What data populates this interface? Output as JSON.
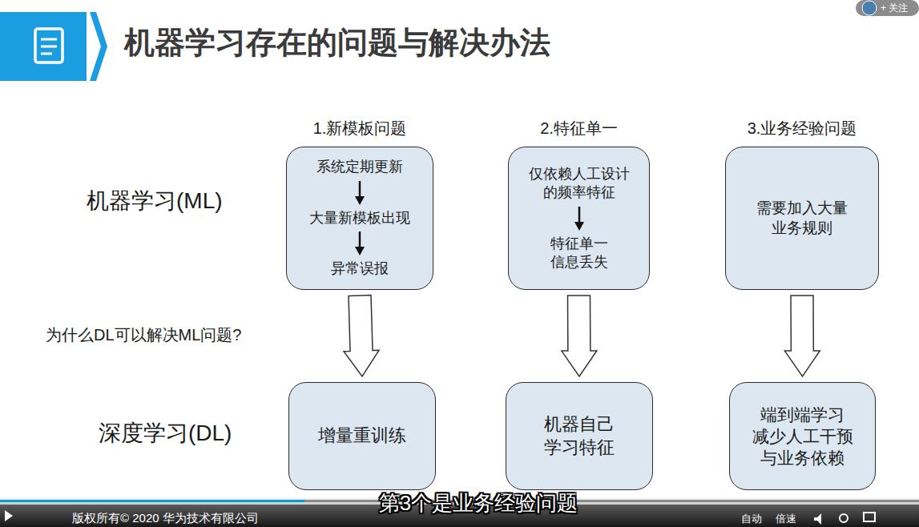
{
  "diagram": {
    "title": "机器学习存在的问题与解决办法",
    "nodes": [
      {
        "text": [
          "1.新模板问题",
          "系统定期更新",
          "大量新模板出现",
          "异常误报"
        ]
      },
      {
        "text": [
          "2.特征单一",
          "仅依赖人工设计 的频率特征",
          "特征单一 信息丢失"
        ]
      },
      {
        "text": [
          "3.业务经验问题",
          "需要加入大量 业务规则"
        ]
      },
      {
        "text": [
          "增量重训练"
        ]
      },
      {
        "text": [
          "机器自己 学习特征"
        ]
      },
      {
        "text": [
          "端到端学习 减少人工干预 与业务依赖"
        ]
      }
    ],
    "edges": [
      {
        "from": 0,
        "to": 3,
        "arrow": "to"
      },
      {
        "from": 1,
        "to": 4,
        "arrow": "to"
      },
      {
        "from": 2,
        "to": 5,
        "arrow": "to"
      }
    ],
    "labels": [
      "机器学习(ML)",
      "为什么DL可以解决ML问题?",
      "深度学习(DL)",
      "第3个是业务经验问题",
      "版权所有© 2020 华为技术有限公司",
      "自动",
      "倍速",
      "+ 关注"
    ]
  }
}
